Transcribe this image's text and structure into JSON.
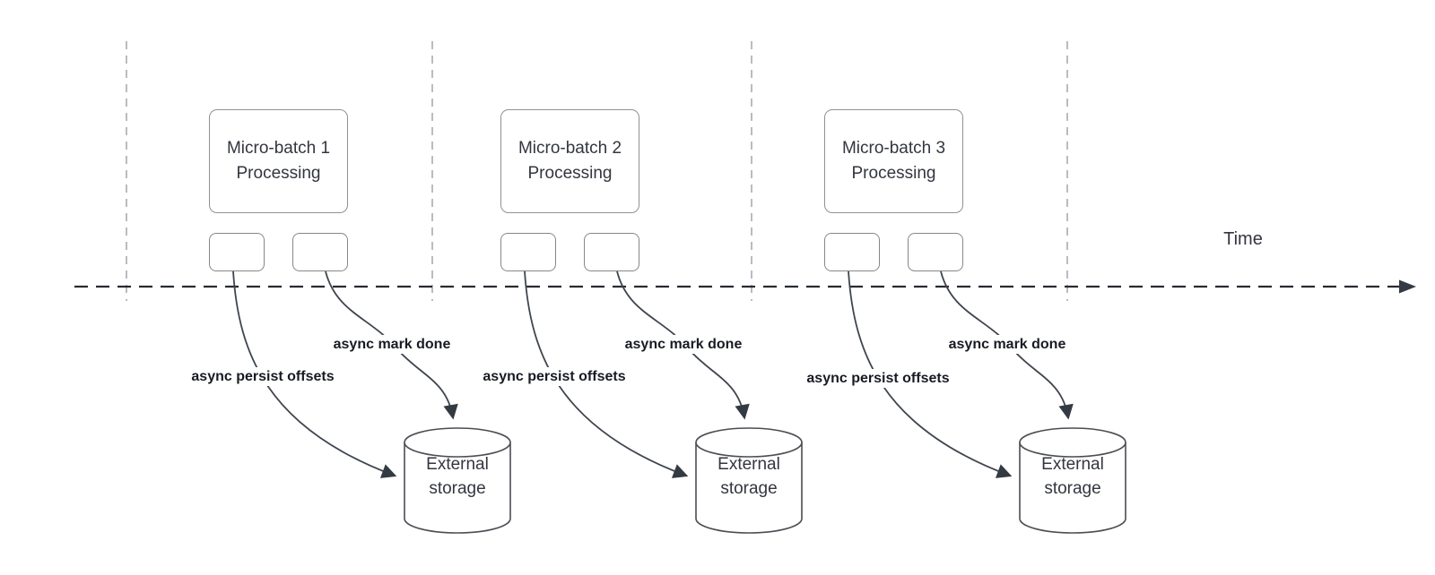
{
  "diagram": {
    "time_axis_label": "Time",
    "units": [
      {
        "process_label": "Micro-batch 1 Processing",
        "persist_arrow_label": "async persist offsets",
        "done_arrow_label": "async mark done",
        "storage_label": "External storage"
      },
      {
        "process_label": "Micro-batch 2 Processing",
        "persist_arrow_label": "async persist offsets",
        "done_arrow_label": "async mark done",
        "storage_label": "External storage"
      },
      {
        "process_label": "Micro-batch 3 Processing",
        "persist_arrow_label": "async persist offsets",
        "done_arrow_label": "async mark done",
        "storage_label": "External storage"
      }
    ],
    "colors": {
      "background": "#ffffff",
      "guide_line": "#b9bcc0",
      "time_axis": "#272b33",
      "arrow": "#3f454e",
      "arrowhead": "#343a42",
      "shape_border": "#8f9193",
      "cylinder_border": "#4b4d53",
      "text": "#33363f",
      "bold_label_text": "#181b24"
    }
  }
}
